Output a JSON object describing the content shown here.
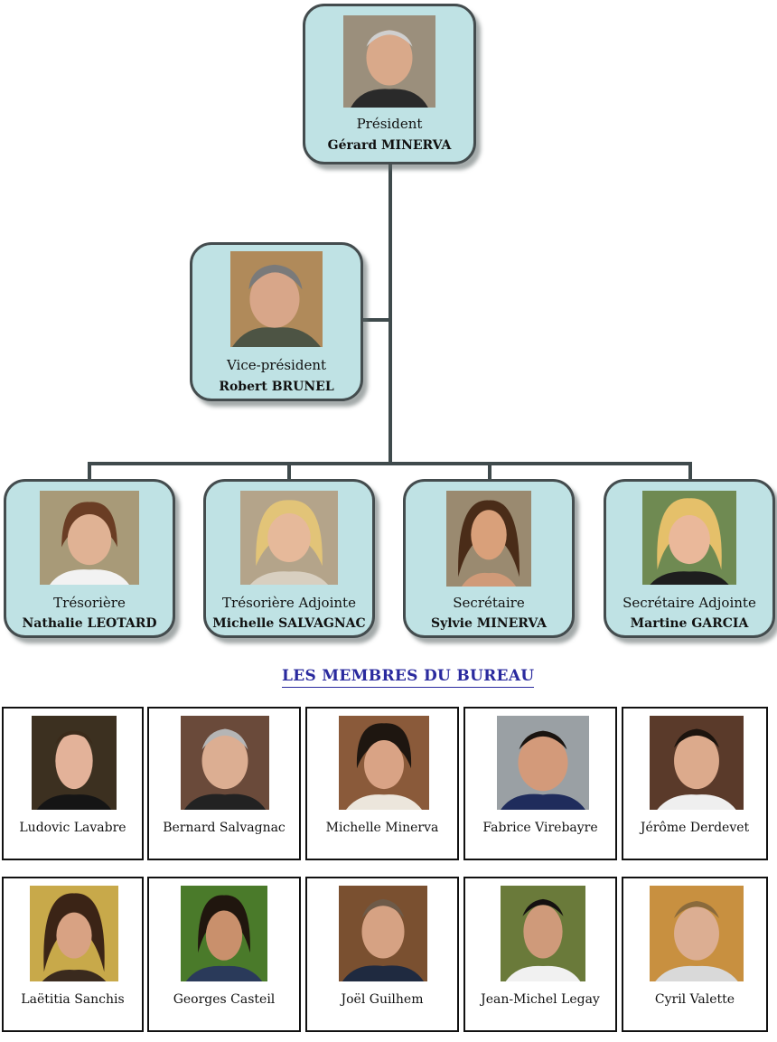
{
  "president": {
    "role": "Président",
    "name": "Gérard MINERVA"
  },
  "vice_president": {
    "role": "Vice-président",
    "name": "Robert BRUNEL"
  },
  "officers": [
    {
      "role": "Trésorière",
      "name": "Nathalie LEOTARD"
    },
    {
      "role": "Trésorière Adjointe",
      "name": "Michelle SALVAGNAC"
    },
    {
      "role": "Secrétaire",
      "name": "Sylvie MINERVA"
    },
    {
      "role": "Secrétaire Adjointe",
      "name": "Martine GARCIA"
    }
  ],
  "section_title": "LES MEMBRES DU BUREAU",
  "members_row1": [
    "Ludovic Lavabre",
    "Bernard Salvagnac",
    "Michelle Minerva",
    "Fabrice Virebayre",
    "Jérôme Derdevet"
  ],
  "members_row2": [
    "Laëtitia Sanchis",
    "Georges Casteil",
    "Joël Guilhem",
    "Jean-Michel Legay",
    "Cyril Valette"
  ],
  "colors": {
    "card_fill": "#bfe2e4",
    "card_border": "#444c4e",
    "connector": "#3f4a4c",
    "title": "#2a2a9e"
  }
}
